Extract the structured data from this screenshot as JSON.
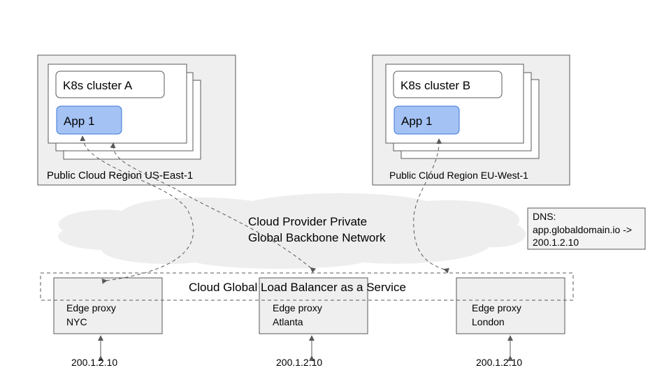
{
  "colors": {
    "region_fill": "#efefef",
    "cloud_fill": "#eeeeee",
    "app_fill": "#a4c2f4",
    "app_border": "#3c78d8",
    "stroke": "#595959",
    "arrow": "#595959"
  },
  "regions": [
    {
      "label": "Public Cloud Region US-East-1",
      "cluster": "K8s cluster A",
      "app": "App 1"
    },
    {
      "label": "Public Cloud Region EU-West-1",
      "cluster": "K8s cluster B",
      "app": "App 1"
    }
  ],
  "backbone": {
    "line1": "Cloud Provider Private",
    "line2": "Global Backbone Network"
  },
  "dns": {
    "line1": "DNS:",
    "line2": "app.globaldomain.io ->",
    "line3": "200.1.2.10"
  },
  "load_balancer": {
    "label": "Cloud Global Load Balancer as a Service"
  },
  "edges": [
    {
      "title": "Edge proxy",
      "city": "NYC",
      "ip": "200.1.2.10"
    },
    {
      "title": "Edge proxy",
      "city": "Atlanta",
      "ip": "200.1.2.10"
    },
    {
      "title": "Edge proxy",
      "city": "London",
      "ip": "200.1.2.10"
    }
  ]
}
